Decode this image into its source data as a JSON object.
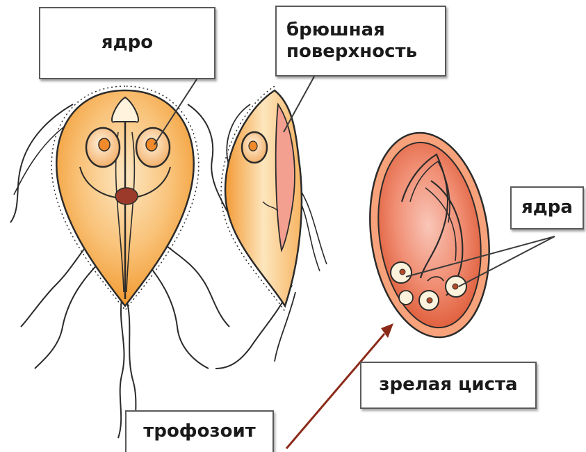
{
  "labels": {
    "nucleus": "ядро",
    "ventral_line1": "брюшная",
    "ventral_line2": "поверхность",
    "nuclei": "ядра",
    "mature_cyst": "зрелая циста",
    "trophozoite": "трофозоит"
  },
  "colors": {
    "body_orange": "#f5a13a",
    "body_light": "#fbe3b8",
    "cyst_red": "#e8674a",
    "cyst_pink": "#f6b0a0",
    "arrow": "#8c2a1a",
    "outline": "#2b2b2b"
  }
}
